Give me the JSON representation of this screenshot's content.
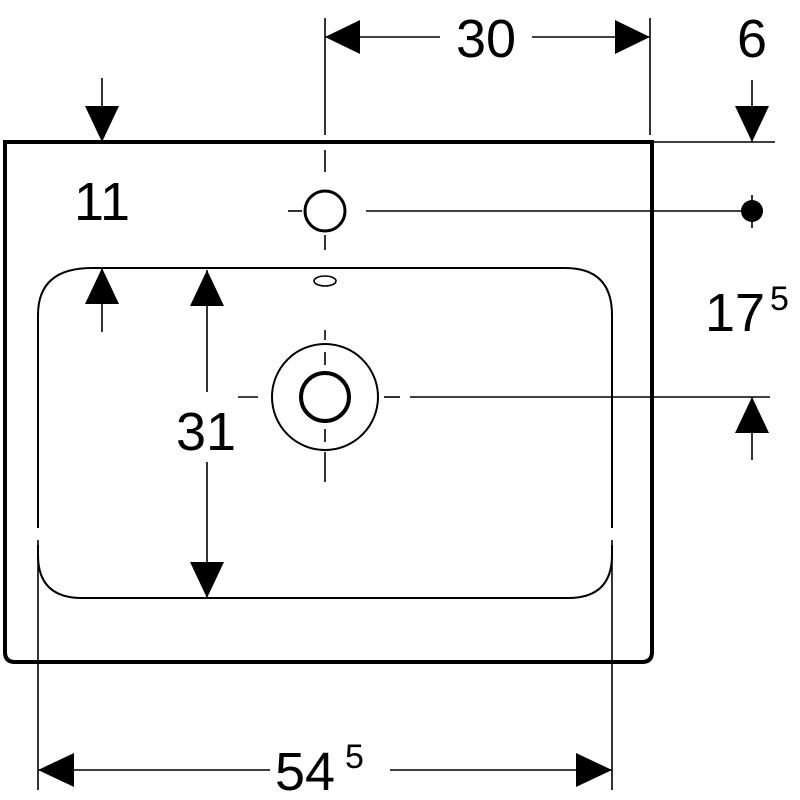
{
  "diagram": {
    "line_color": "#000000",
    "background_color": "#ffffff",
    "dimensions": {
      "top_span": {
        "value": "30"
      },
      "top_right": {
        "value": "6"
      },
      "top_left_offset": {
        "value": "11"
      },
      "right_height": {
        "value": "17",
        "superscript": "5"
      },
      "basin_depth": {
        "value": "31"
      },
      "overall_width": {
        "value": "54",
        "superscript": "5"
      }
    }
  }
}
